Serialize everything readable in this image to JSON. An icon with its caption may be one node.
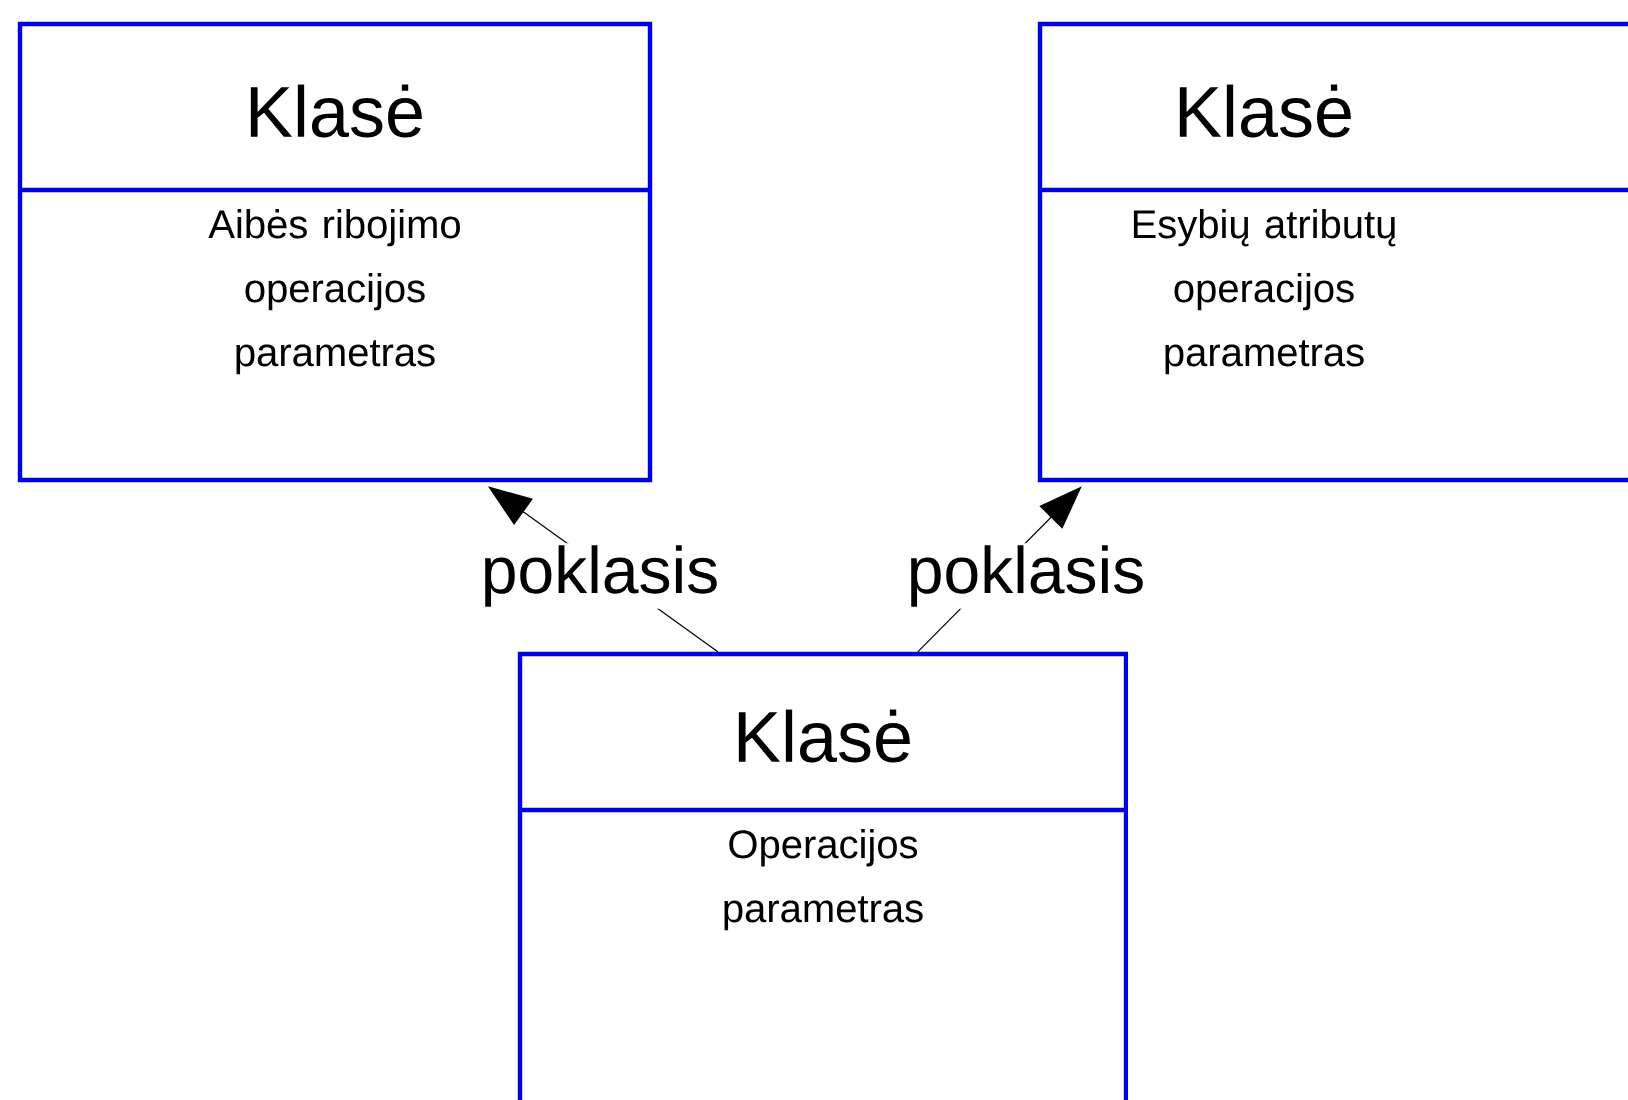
{
  "diagram": {
    "nodes": [
      {
        "text": [
          "Klasė",
          "Aibės ribojimo operacijos parametras"
        ]
      },
      {
        "text": [
          "Klasė",
          "Esybių atributų operacijos parametras"
        ]
      },
      {
        "text": [
          "Klasė",
          "Operacijos parametras"
        ]
      }
    ],
    "edges": [
      {
        "from": 2,
        "to": 0,
        "arrow": "to",
        "label": "poklasis"
      },
      {
        "from": 2,
        "to": 1,
        "arrow": "to",
        "label": "poklasis"
      }
    ]
  }
}
